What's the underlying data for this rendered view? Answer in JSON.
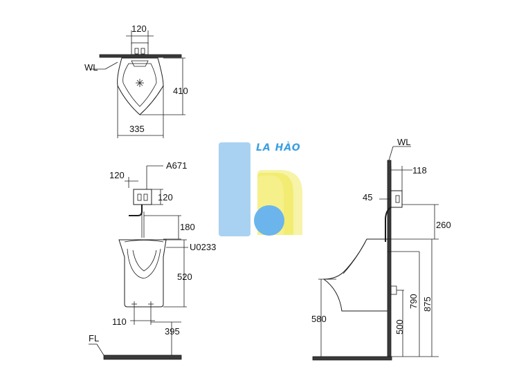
{
  "brand": {
    "logo_text": "LA HÀO",
    "colors": {
      "blue": "#5aaee8",
      "light_blue": "#a9d2f2",
      "yellow": "#f4ee6a",
      "text_blue": "#3aa0e0"
    }
  },
  "top_view": {
    "dim_width_mounting": "120",
    "dim_depth": "410",
    "dim_width": "335",
    "wall_label": "WL"
  },
  "front_view": {
    "valve_model": "A671",
    "dim_valve_offset": "120",
    "dim_valve_height": "120",
    "dim_valve_to_urinal": "180",
    "urinal_model": "U0233",
    "dim_urinal_height": "520",
    "dim_bracket_spacing": "110",
    "dim_floor_to_bracket": "395",
    "floor_label": "FL"
  },
  "side_view": {
    "wall_label": "WL",
    "dim_valve_depth": "118",
    "dim_valve_offset": "45",
    "dim_valve_above": "260",
    "dim_front_lip": "580",
    "dim_bracket_height": "500",
    "dim_rim_height": "790",
    "dim_top_height": "875"
  }
}
